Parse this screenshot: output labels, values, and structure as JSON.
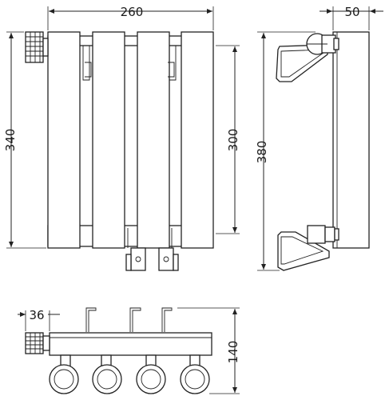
{
  "dimensions": {
    "front_width": "260",
    "front_height_left": "340",
    "front_height_inner": "300",
    "side_depth": "50",
    "side_height": "380",
    "top_offset": "36",
    "top_depth": "140"
  }
}
